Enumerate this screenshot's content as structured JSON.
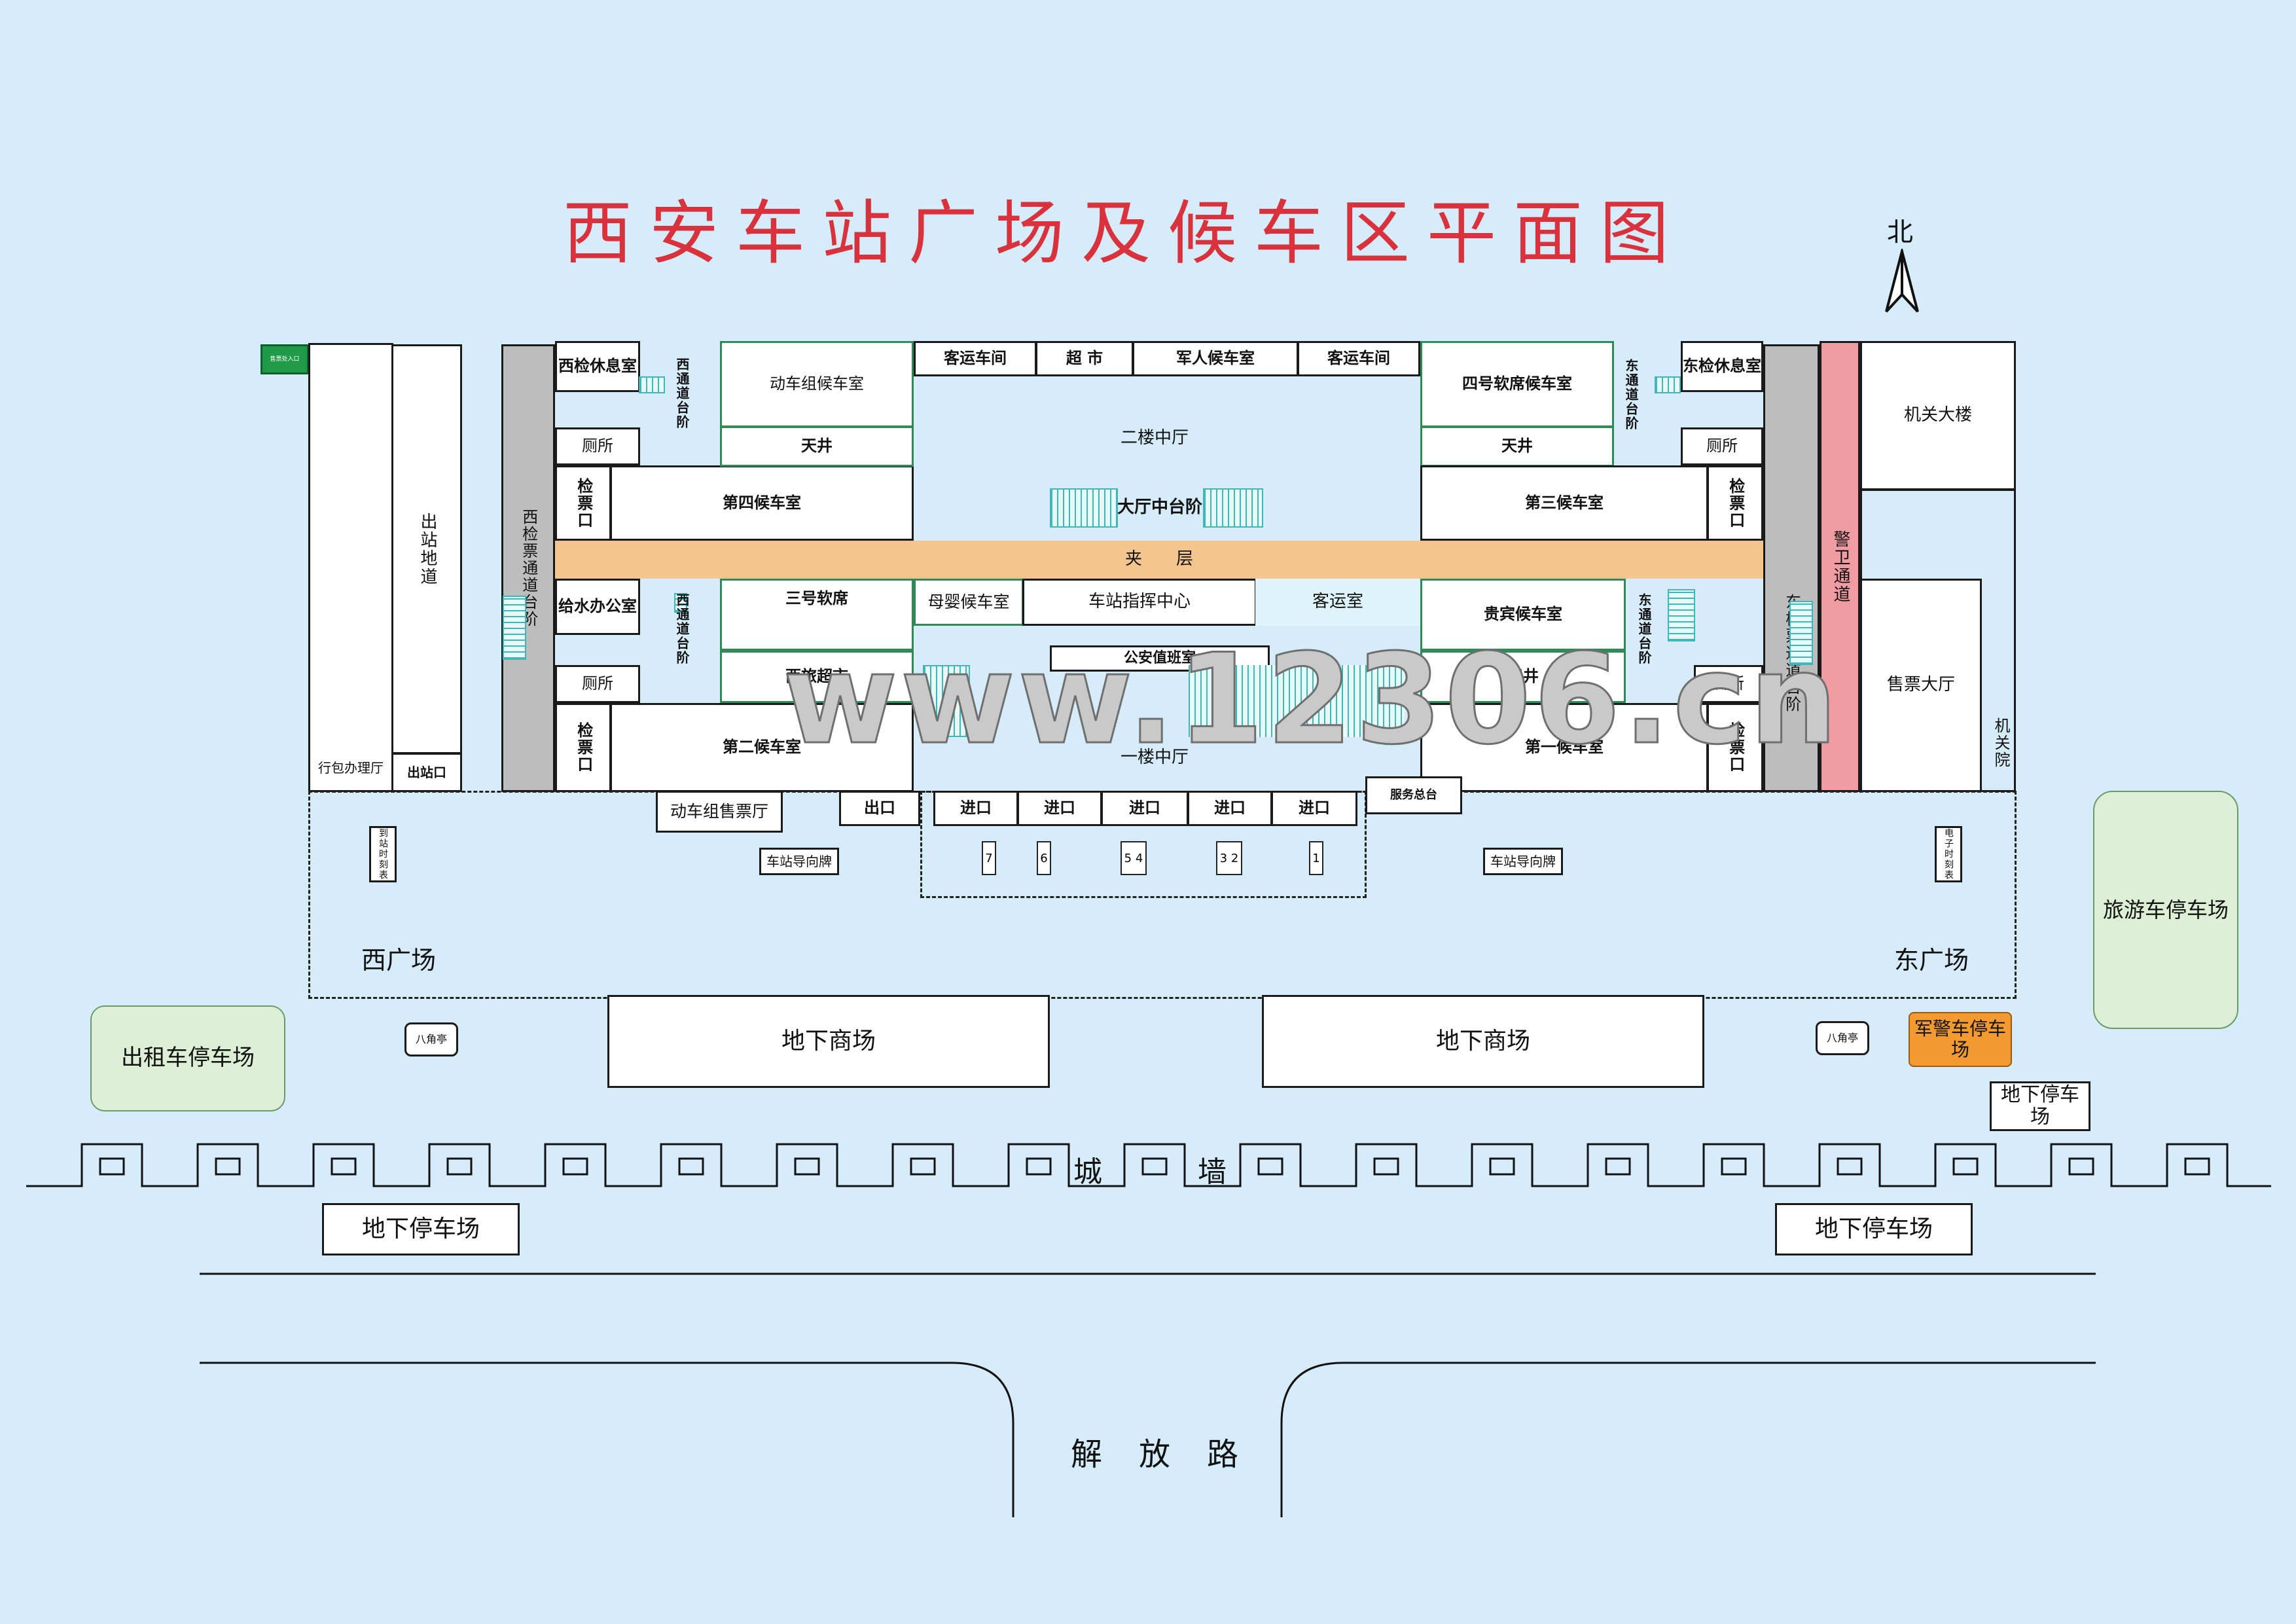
{
  "title": "西安车站广场及候车区平面图",
  "north": "北",
  "watermark": "www.12306.cn",
  "left_block": {
    "green_small": "售票处入口",
    "outlet_tunnel": "出站地道",
    "baggage_hall": "行包办理厅",
    "exit_small": "出站口"
  },
  "west_corridor": "西检票通道台阶",
  "rooms": {
    "west_rest": "西检休息室",
    "west_steps_top": "西通道台阶",
    "toilet_nw": "厕所",
    "check_nw": "检票口",
    "wait4": "第四候车室",
    "emu_wait": "动车组候车室",
    "atrium_n": "天井",
    "passenger_room_1": "客运车间",
    "supermarket": "超 市",
    "military_wait": "军人候车室",
    "passenger_room_2": "客运车间",
    "floor2_hall": "二楼中厅",
    "central_steps": "大厅中台阶",
    "soft4": "四号软席候车室",
    "east_steps_top": "东通道台阶",
    "east_rest": "东检休息室",
    "atrium_ne": "天井",
    "toilet_ne": "厕所",
    "wait3": "第三候车室",
    "check_ne": "检票口",
    "mezzanine": "夹　　层",
    "water_office": "给水办公室",
    "west_steps_bottom": "西通道台阶",
    "soft3": "三号软席",
    "mother_baby": "母婴候车室",
    "command_center": "车站指挥中心",
    "passenger_service": "客运室",
    "vip_wait": "贵宾候车室",
    "east_steps_bottom": "东通道台阶",
    "toilet_sw": "厕所",
    "west_travel_market": "西旅超市",
    "police_duty": "公安值班室",
    "atrium_se": "天井",
    "toilet_se": "厕所",
    "check_sw": "检票口",
    "wait2": "第二候车室",
    "floor1_hall": "一楼中厅",
    "wait1": "第一候车室",
    "check_se": "检票口",
    "east_corridor": "东检票通道台阶",
    "guard_passage": "警卫通道",
    "office_building": "机关大楼",
    "ticket_hall": "售票大厅",
    "office_yard": "机关院"
  },
  "front": {
    "emu_ticket": "动车组售票厅",
    "exit": "出口",
    "entrances": [
      "进口",
      "进口",
      "进口",
      "进口",
      "进口"
    ],
    "service_desk": "服务总台",
    "gate_numbers": [
      "7",
      "6",
      "5 4",
      "3 2",
      "1"
    ],
    "sign_w": "车站导向牌",
    "sign_e": "车站导向牌",
    "timetable_w": "到站时刻表",
    "timetable_e": "电子时刻表"
  },
  "plaza": {
    "west": "西广场",
    "east": "东广场",
    "tourist_parking": "旅游车停车场",
    "taxi_parking": "出租车停车场",
    "pavilion_w": "八角亭",
    "pavilion_e": "八角亭",
    "underground_mall_w": "地下商场",
    "underground_mall_e": "地下商场",
    "police_parking": "军警车停车场",
    "underground_parking_ne": "地下停车场",
    "city_wall_1": "城",
    "city_wall_2": "墙",
    "underground_parking_w": "地下停车场",
    "underground_parking_e": "地下停车场",
    "road": "解　放　路"
  },
  "colors": {
    "background": "#d6ecfb",
    "title": "#d9323d",
    "mezzanine": "#f5c590",
    "guard_passage": "#f19ca2",
    "corridor": "#bdbdbd",
    "police_parking": "#f39a31",
    "green_parking": "#ddf0d6"
  }
}
